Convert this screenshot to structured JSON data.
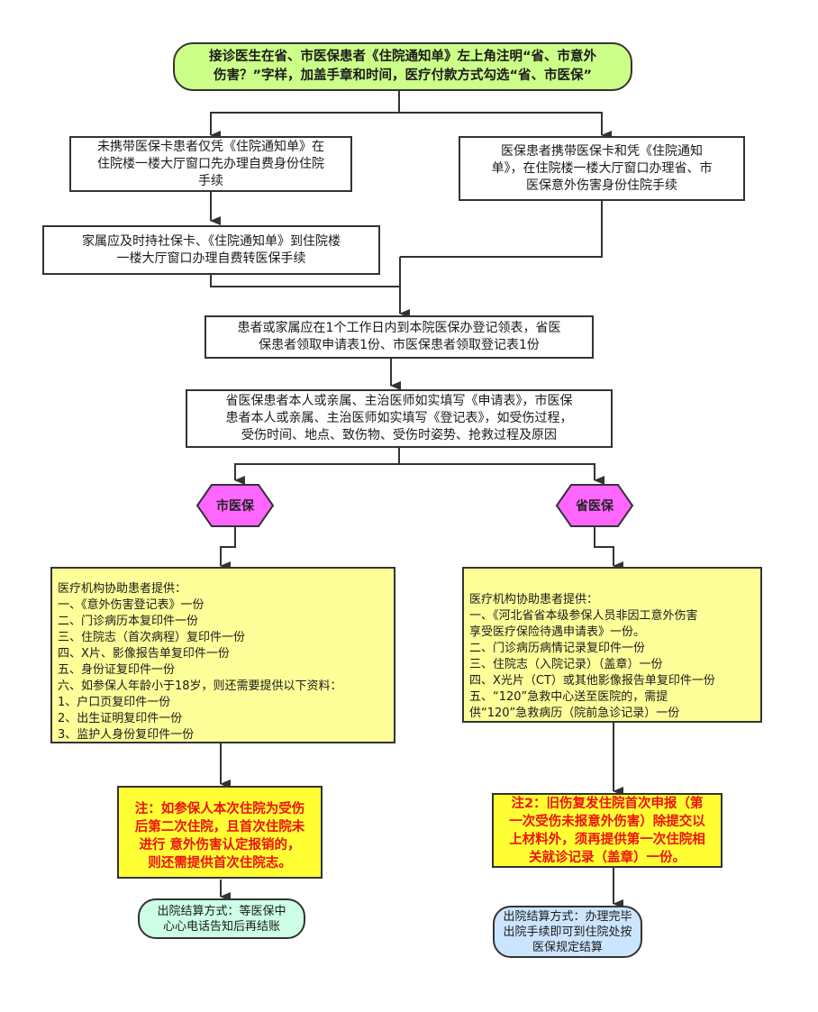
{
  "colors": {
    "start_fill": "#ccff88",
    "branch_fill": "#ff66ff",
    "docs_fill": "#ffff99",
    "note_fill": "#ffff33",
    "note_text": "#ee1111",
    "end_city_fill": "#ccffe6",
    "end_province_fill": "#cce5ff",
    "stroke": "#333333"
  },
  "start": {
    "lines": [
      "接诊医生在省、市医保患者《住院通知单》左上角注明“省、市意外",
      "伤害？”字样，加盖手章和时间，医疗付款方式勾选“省、市医保”"
    ]
  },
  "left_step1": {
    "lines": [
      "未携带医保卡患者仅凭《住院通知单》在",
      "住院楼一楼大厅窗口先办理自费身份住院",
      "手续"
    ]
  },
  "right_step1": {
    "lines": [
      "医保患者携带医保卡和凭《住院通知",
      "单》，在住院楼一楼大厅窗口办理省、市",
      "医保意外伤害身份住院手续"
    ]
  },
  "left_step2": {
    "lines": [
      "家属应及时持社保卡、《住院通知单》到住院楼",
      "一楼大厅窗口办理自费转医保手续"
    ]
  },
  "register": {
    "lines": [
      "患者或家属应在1个工作日内到本院医保办登记领表，省医",
      "保患者领取申请表1份、市医保患者领取登记表1份"
    ]
  },
  "fill_form": {
    "lines": [
      "省医保患者本人或亲属、主治医师如实填写《申请表》，市医保",
      "患者本人或亲属、主治医师如实填写《登记表》，如受伤过程，",
      "受伤时间、地点、致伤物、受伤时姿势、抢救过程及原因"
    ]
  },
  "branch_city": {
    "label": "市医保"
  },
  "branch_province": {
    "label": "省医保"
  },
  "city_docs": {
    "lines": [
      "医疗机构协助患者提供：",
      "一、《意外伤害登记表》一份",
      "二、门诊病历本复印件一份",
      "三、住院志（首次病程）复印件一份",
      "四、X片、影像报告单复印件一份",
      "五、身份证复印件一份",
      "六、如参保人年龄小于18岁，则还需要提供以下资料：",
      "1、户口页复印件一份",
      "2、出生证明复印件一份",
      "3、监护人身份复印件一份"
    ]
  },
  "province_docs": {
    "lines": [
      "医疗机构协助患者提供：",
      "一、《河北省省本级参保人员非因工意外伤害",
      "享受医疗保险待遇申请表》一份。",
      "二、门诊病历病情记录复印件一份",
      "三、住院志（入院记录）（盖章）一份",
      "四、X光片（CT）或其他影像报告单复印件一份",
      "五、“120”急救中心送至医院的，需提",
      "供“120”急救病历（院前急诊记录）一份"
    ]
  },
  "city_note": {
    "lines": [
      "注：如参保人本次住院为受伤",
      "后第二次住院，且首次住院未",
      "进行  意外伤害认定报销的，",
      "则还需提供首次住院志。"
    ]
  },
  "province_note": {
    "lines": [
      "注2：旧伤复发住院首次申报（第",
      "一次受伤未报意外伤害）除提交以",
      "上材料外，须再提供第一次住院相",
      "关就诊记录（盖章）一份。"
    ]
  },
  "city_end": {
    "lines": [
      "出院结算方式：等医保中",
      "心心电话告知后再结账"
    ]
  },
  "province_end": {
    "lines": [
      "出院结算方式：办理完毕",
      "出院手续即可到住院处按",
      "医保规定结算"
    ]
  }
}
